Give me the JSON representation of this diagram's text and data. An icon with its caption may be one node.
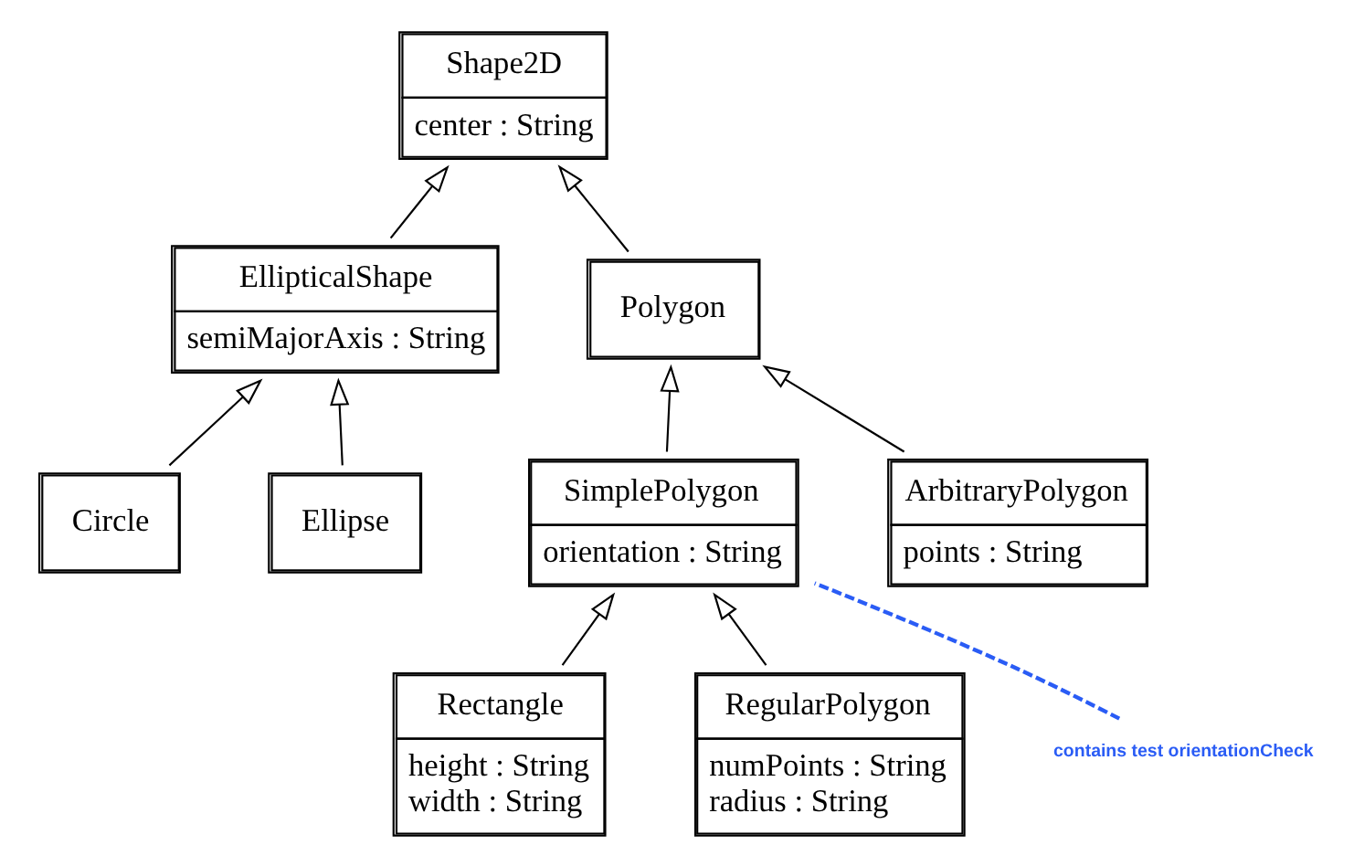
{
  "diagram": {
    "nodes": [
      {
        "text": [
          "Shape2D",
          "center : String"
        ]
      },
      {
        "text": [
          "EllipticalShape",
          "semiMajorAxis : String"
        ]
      },
      {
        "text": [
          "Polygon"
        ]
      },
      {
        "text": [
          "Circle"
        ]
      },
      {
        "text": [
          "Ellipse"
        ]
      },
      {
        "text": [
          "SimplePolygon",
          "orientation : String"
        ]
      },
      {
        "text": [
          "ArbitraryPolygon",
          "points : String"
        ]
      },
      {
        "text": [
          "Rectangle",
          "height : String",
          "width : String"
        ]
      },
      {
        "text": [
          "RegularPolygon",
          "numPoints : String",
          "radius : String"
        ]
      },
      {
        "text": [
          "contains test orientationCheck"
        ]
      }
    ],
    "edges": [
      {
        "from": 1,
        "to": 0,
        "arrow": "to"
      },
      {
        "from": 2,
        "to": 0,
        "arrow": "to"
      },
      {
        "from": 3,
        "to": 1,
        "arrow": "to"
      },
      {
        "from": 4,
        "to": 1,
        "arrow": "to"
      },
      {
        "from": 5,
        "to": 2,
        "arrow": "to"
      },
      {
        "from": 6,
        "to": 2,
        "arrow": "to"
      },
      {
        "from": 7,
        "to": 5,
        "arrow": "to"
      },
      {
        "from": 8,
        "to": 5,
        "arrow": "to"
      },
      {
        "from": 9,
        "to": 5,
        "arrow": "none",
        "style": "dashed",
        "color": "#2a5cf5"
      }
    ]
  }
}
